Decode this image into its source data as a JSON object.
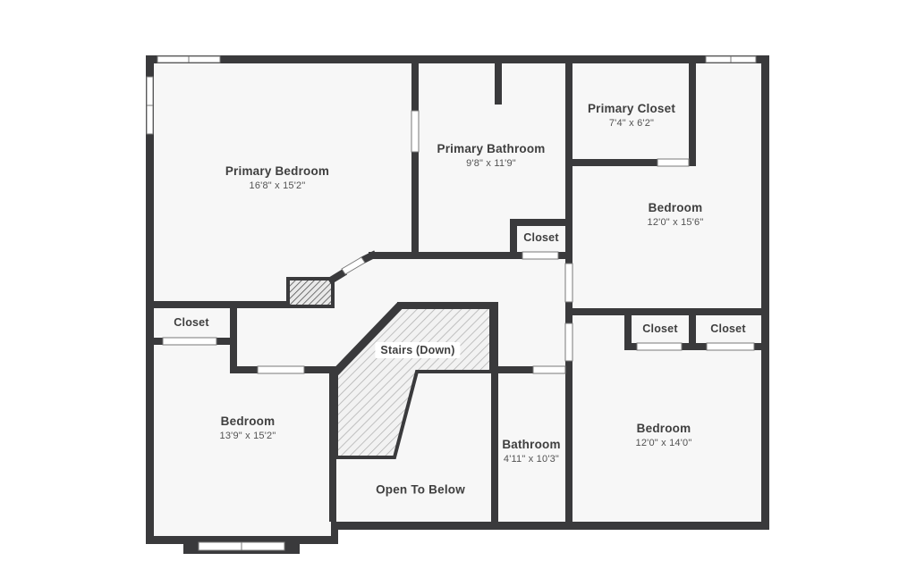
{
  "plan": {
    "rooms": [
      {
        "name": "Primary Bedroom",
        "dims": "16'8\" x 15'2\""
      },
      {
        "name": "Primary Bathroom",
        "dims": "9'8\" x 11'9\""
      },
      {
        "name": "Primary Closet",
        "dims": "7'4\" x 6'2\""
      },
      {
        "name": "Bedroom",
        "dims": "12'0\" x 15'6\""
      },
      {
        "name": "Bedroom",
        "dims": "13'9\" x 15'2\""
      },
      {
        "name": "Bedroom",
        "dims": "12'0\" x 14'0\""
      },
      {
        "name": "Bathroom",
        "dims": "4'11\" x 10'3\""
      }
    ],
    "labels": {
      "closet": "Closet",
      "stairs": "Stairs (Down)",
      "open_to_below": "Open To Below"
    },
    "colors": {
      "wall": "#3a3a3c",
      "floor": "#f7f7f7",
      "outline": "#787878"
    }
  }
}
